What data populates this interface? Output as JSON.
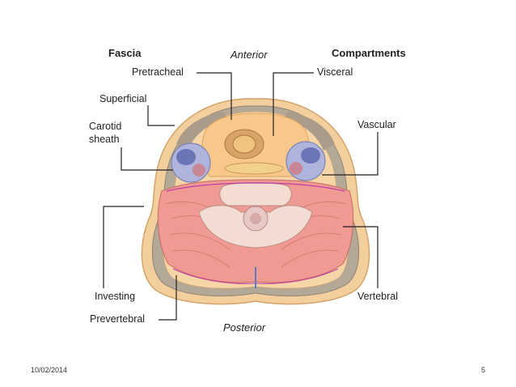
{
  "headings": {
    "fascia": "Fascia",
    "compartments": "Compartments"
  },
  "orientation": {
    "anterior": "Anterior",
    "posterior": "Posterior"
  },
  "fascia_labels": {
    "pretracheal": "Pretracheal",
    "superficial": "Superficial",
    "carotid_line1": "Carotid",
    "carotid_line2": "sheath",
    "investing": "Investing",
    "prevertebral": "Prevertebral"
  },
  "compartment_labels": {
    "visceral": "Visceral",
    "vascular": "Vascular",
    "vertebral": "Vertebral"
  },
  "footer": {
    "date": "10/02/2014",
    "page": "5"
  },
  "colors": {
    "skin": "#f3cf9e",
    "fascia_band": "#b4a896",
    "muscle": "#ef9a92",
    "visceral": "#f8c78b",
    "vascular": "#aeb4dc",
    "bone": "#f3ddd3",
    "prevertebral_line": "#c13ca8"
  }
}
